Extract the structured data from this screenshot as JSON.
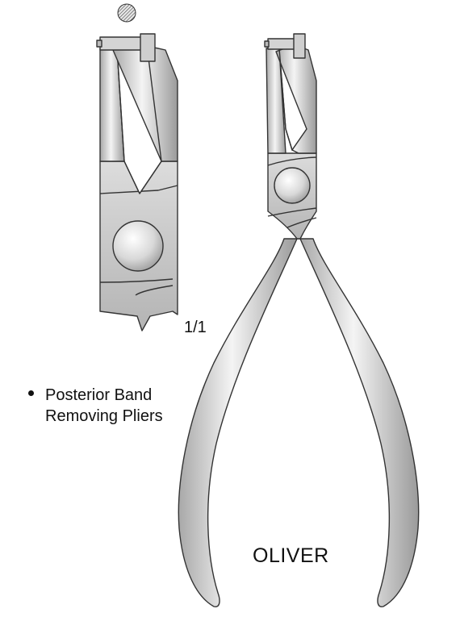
{
  "product": {
    "description_lines": [
      "Posterior Band",
      "Removing Pliers"
    ],
    "scale": "1/1",
    "brand": "OLIVER"
  },
  "illustration": {
    "subject": "posterior band removing pliers",
    "views": [
      "tip detail",
      "full instrument"
    ],
    "colors": {
      "steel_light": "#f2f2f2",
      "steel_mid": "#c8c8c8",
      "steel_dark": "#8a8a8a",
      "outline": "#333333"
    }
  }
}
